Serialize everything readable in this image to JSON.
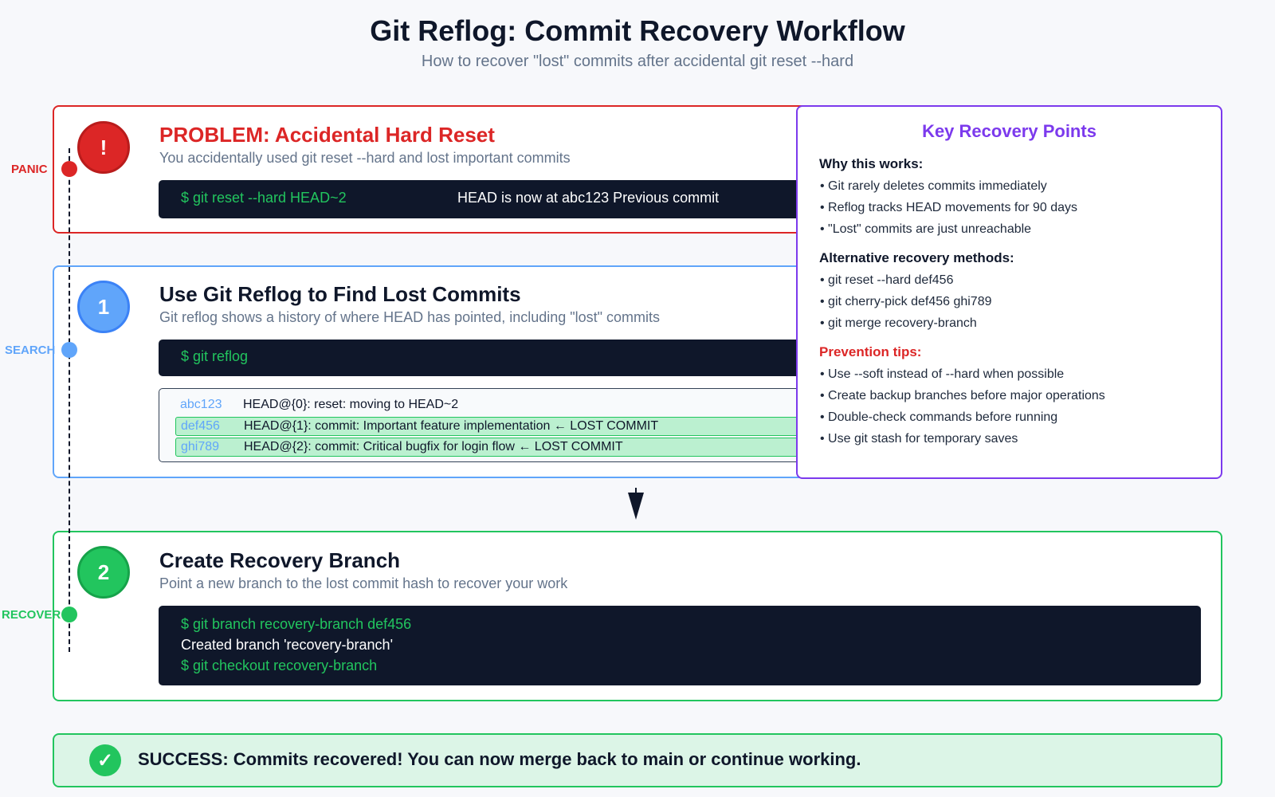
{
  "header": {
    "title": "Git Reflog: Commit Recovery Workflow",
    "subtitle": "How to recover \"lost\" commits after accidental git reset --hard"
  },
  "timeline": {
    "labels": [
      "PANIC",
      "SEARCH",
      "RECOVER"
    ],
    "colors": [
      "#dc2626",
      "#60a5fa",
      "#22c55e"
    ]
  },
  "problem": {
    "badge": "!",
    "title": "PROBLEM: Accidental Hard Reset",
    "description": "You accidentally used git reset --hard and lost important commits",
    "command": "$ git reset --hard HEAD~2",
    "output": "HEAD is now at abc123 Previous commit"
  },
  "step1": {
    "badge": "1",
    "title": "Use Git Reflog to Find Lost Commits",
    "description": "Git reflog shows a history of where HEAD has pointed, including \"lost\" commits",
    "command": "$ git reflog",
    "entries": [
      {
        "hash": "abc123",
        "message": "HEAD@{0}: reset: moving to HEAD~2"
      },
      {
        "hash": "def456",
        "message": "HEAD@{1}: commit: Important feature implementation ← LOST COMMIT"
      },
      {
        "hash": "ghi789",
        "message": "HEAD@{2}: commit: Critical bugfix for login flow ← LOST COMMIT"
      }
    ]
  },
  "step2": {
    "badge": "2",
    "title": "Create Recovery Branch",
    "description": "Point a new branch to the lost commit hash to recover your work",
    "command1": "$ git branch recovery-branch def456",
    "output": "Created branch 'recovery-branch'",
    "command2": "$ git checkout recovery-branch"
  },
  "points": {
    "title": "Key Recovery Points",
    "why_heading": "Why this works:",
    "why": [
      "Git rarely deletes commits immediately",
      "Reflog tracks HEAD movements for 90 days",
      "\"Lost\" commits are just unreachable"
    ],
    "alt_heading": "Alternative recovery methods:",
    "alt": [
      "git reset --hard def456",
      "git cherry-pick def456 ghi789",
      "git merge recovery-branch"
    ],
    "prevent_heading": "Prevention tips:",
    "prevent": [
      "Use --soft instead of --hard when possible",
      "Create backup branches before major operations",
      "Double-check commands before running",
      "Use git stash for temporary saves"
    ]
  },
  "success": {
    "icon": "✓",
    "text": "SUCCESS: Commits recovered! You can now merge back to main or continue working."
  },
  "colors": {
    "problem": "#dc2626",
    "search": "#60a5fa",
    "recover": "#22c55e",
    "accent": "#7c3aed",
    "terminal": "#0f172a"
  }
}
